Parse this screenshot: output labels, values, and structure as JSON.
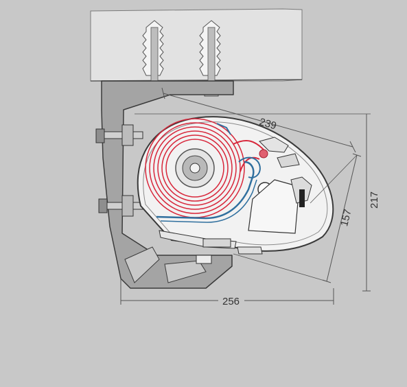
{
  "dimensions": {
    "top_width": "239",
    "height_total": "217",
    "height_diagonal": "157",
    "bottom_width": "256"
  },
  "colors": {
    "background": "#c8c8c8",
    "housing": "#f2f2f2",
    "bracket": "#a4a4a4",
    "ceiling": "#e2e2e2",
    "outline": "#3a3a3a",
    "fabric": "#d8263a",
    "rail": "#2f6f9e",
    "dimension_line": "#555555"
  }
}
